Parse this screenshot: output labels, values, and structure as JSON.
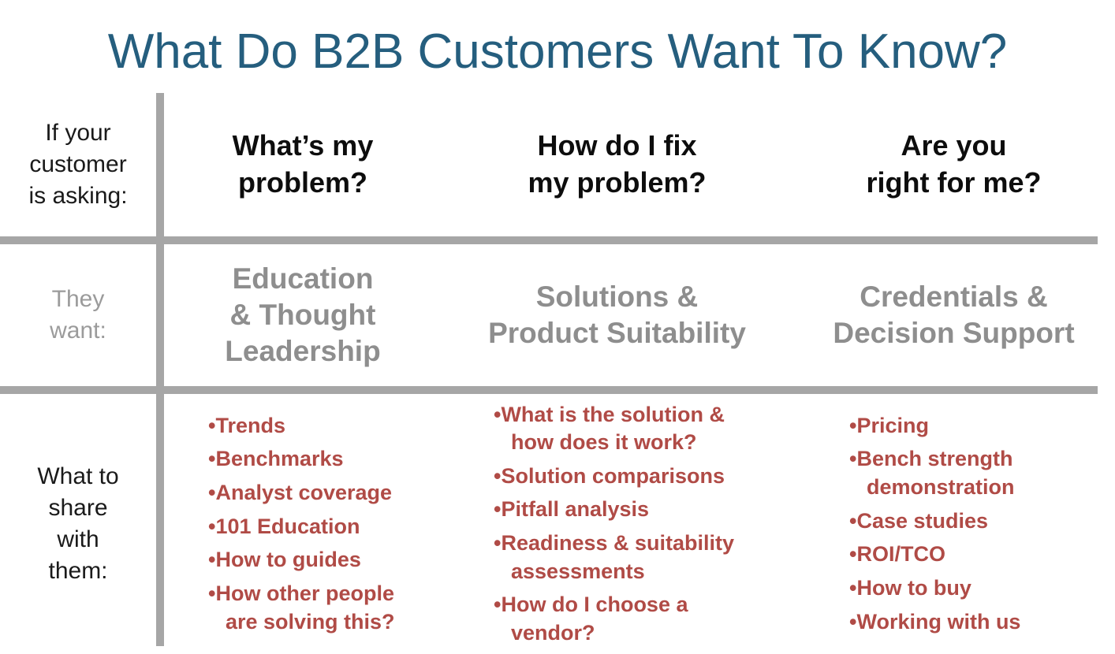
{
  "title": "What Do B2B Customers Want To Know?",
  "colors": {
    "title_teal": "#255E7E",
    "gray_text": "#8E8E8E",
    "red_text": "#B04B46",
    "grid_line": "#A6A6A6",
    "black_text": "#0d0d0d"
  },
  "row_asking": {
    "label": "If your\ncustomer\nis asking:",
    "col1": "What’s my\nproblem?",
    "col2": "How do I fix\nmy problem?",
    "col3": "Are you\nright for me?"
  },
  "row_want": {
    "label": "They\nwant:",
    "col1": "Education\n& Thought\nLeadership",
    "col2": "Solutions &\nProduct Suitability",
    "col3": "Credentials &\nDecision Support"
  },
  "row_share": {
    "label": "What to\nshare\nwith\nthem:",
    "col1_bullets": [
      "Trends",
      "Benchmarks",
      "Analyst coverage",
      "101 Education",
      "How to guides",
      "How other people\nare solving this?"
    ],
    "col2_bullets": [
      "What is the solution &\nhow does it work?",
      "Solution comparisons",
      "Pitfall analysis",
      "Readiness & suitability\nassessments",
      "How do I choose a\nvendor?"
    ],
    "col3_bullets": [
      "Pricing",
      "Bench strength\ndemonstration",
      "Case studies",
      "ROI/TCO",
      "How to buy",
      "Working with us"
    ]
  }
}
